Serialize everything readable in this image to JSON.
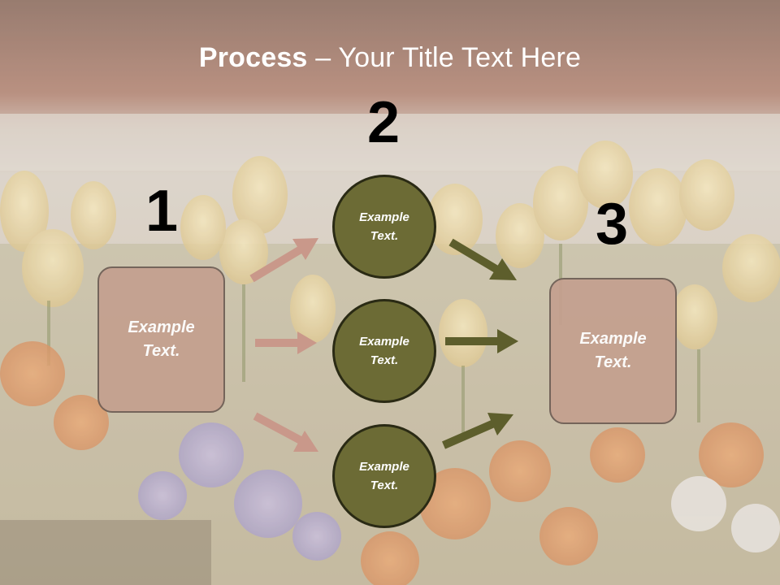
{
  "title": {
    "bold": "Process",
    "rest": " – Your Title Text Here"
  },
  "steps": {
    "n1": "1",
    "n2": "2",
    "n3": "3"
  },
  "box_left": {
    "line1": "Example",
    "line2": "Text."
  },
  "box_right": {
    "line1": "Example",
    "line2": "Text."
  },
  "circles": [
    {
      "line1": "Example",
      "line2": "Text."
    },
    {
      "line1": "Example",
      "line2": "Text."
    },
    {
      "line1": "Example",
      "line2": "Text."
    }
  ],
  "colors": {
    "box_fill": "#c4a08f",
    "circle_fill": "#6c6b35",
    "arrow_pink": "#c9988a",
    "arrow_olive": "#5d5e2c"
  }
}
